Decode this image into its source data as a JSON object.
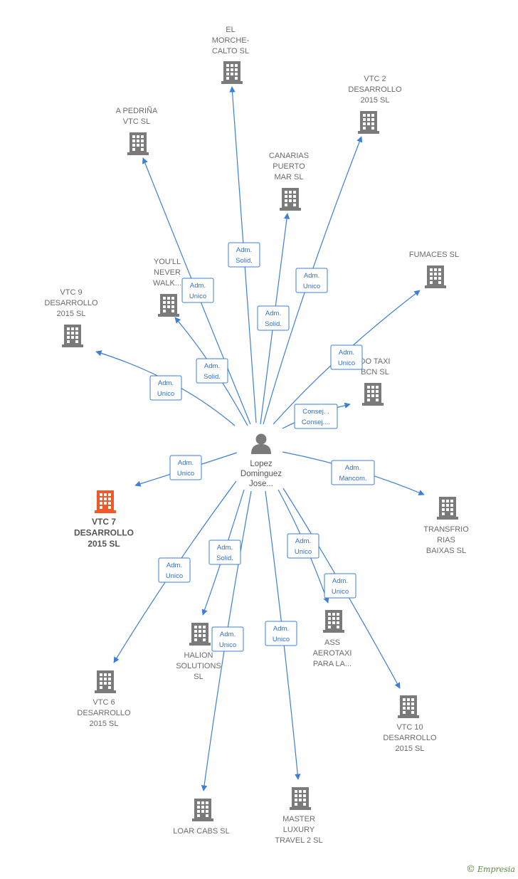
{
  "center": {
    "name_lines": [
      "Lopez",
      "Dominguez",
      "Jose..."
    ],
    "icon": "person-icon"
  },
  "companies": [
    {
      "id": "el-morche",
      "lines": [
        "EL",
        "MORCHE-",
        "CALTO SL"
      ],
      "role": [
        "Adm.",
        "Solid."
      ],
      "highlight": false
    },
    {
      "id": "vtc2",
      "lines": [
        "VTC 2",
        "DESARROLLO",
        "2015  SL"
      ],
      "role": [
        "Adm.",
        "Solid."
      ],
      "highlight": false
    },
    {
      "id": "pedrina",
      "lines": [
        "A PEDRIÑA",
        "VTC  SL"
      ],
      "role": [
        "Adm.",
        "Unico"
      ],
      "highlight": false
    },
    {
      "id": "canarias",
      "lines": [
        "CANARIAS",
        "PUERTO",
        "MAR SL"
      ],
      "role": [
        "Adm.",
        "Unico"
      ],
      "highlight": false
    },
    {
      "id": "fumaces",
      "lines": [
        "FUMACES SL"
      ],
      "role": [
        "Adm.",
        "Unico"
      ],
      "highlight": false
    },
    {
      "id": "youll",
      "lines": [
        "YOU'LL",
        "NEVER",
        "WALK..."
      ],
      "role": [
        "Adm.",
        "Solid."
      ],
      "highlight": false
    },
    {
      "id": "vtc9",
      "lines": [
        "VTC 9",
        "DESARROLLO",
        "2015  SL"
      ],
      "role": [
        "Adm.",
        "Unico"
      ],
      "highlight": false
    },
    {
      "id": "radiotaxi",
      "lines": [
        "DO TAXI",
        "BCN SL"
      ],
      "role": [
        "Consej. .",
        "Consej...."
      ],
      "highlight": false
    },
    {
      "id": "vtc7",
      "lines": [
        "VTC 7",
        "DESARROLLO",
        "2015  SL"
      ],
      "role": [
        "Adm.",
        "Unico"
      ],
      "highlight": true
    },
    {
      "id": "transfrio",
      "lines": [
        "TRANSFRIO",
        "RIAS",
        "BAIXAS  SL"
      ],
      "role": [
        "Adm.",
        "Mancom."
      ],
      "highlight": false
    },
    {
      "id": "vtc6",
      "lines": [
        "VTC 6",
        "DESARROLLO",
        "2015  SL"
      ],
      "role": [
        "Adm.",
        "Unico"
      ],
      "highlight": false
    },
    {
      "id": "halion",
      "lines": [
        "HALION",
        "SOLUTIONS",
        "SL"
      ],
      "role": [
        "Adm.",
        "Solid."
      ],
      "highlight": false
    },
    {
      "id": "ass",
      "lines": [
        "ASS",
        "AEROTAXI",
        "PARA LA..."
      ],
      "role": [
        "Adm.",
        "Unico"
      ],
      "highlight": false
    },
    {
      "id": "vtc10",
      "lines": [
        "VTC 10",
        "DESARROLLO",
        "2015  SL"
      ],
      "role": [
        "Adm.",
        "Unico"
      ],
      "highlight": false
    },
    {
      "id": "loar",
      "lines": [
        "LOAR CABS SL"
      ],
      "role": [
        "Adm.",
        "Unico"
      ],
      "highlight": false
    },
    {
      "id": "master",
      "lines": [
        "MASTER",
        "LUXURY",
        "TRAVEL 2  SL"
      ],
      "role": [
        "Adm.",
        "Unico"
      ],
      "highlight": false
    }
  ],
  "colors": {
    "edge": "#3d7fd6",
    "building": "#7a7a7a",
    "building_highlight": "#f05a28",
    "person": "#7a7a7a"
  },
  "brand": {
    "copyright": "©",
    "name": "Empresia"
  }
}
